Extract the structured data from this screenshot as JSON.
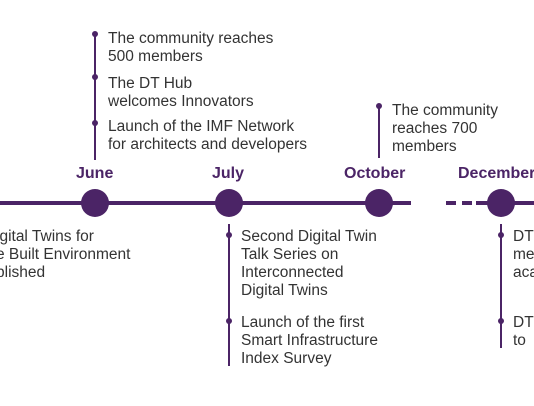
{
  "months": {
    "june": "June",
    "july": "July",
    "october": "October",
    "december": "December"
  },
  "events": {
    "june_top_1": "The community reaches\n500 members",
    "june_top_2": "The DT Hub\nwelcomes Innovators",
    "june_top_3": "Launch of the IMF Network\nfor architects and developers",
    "june_bottom_1": "igital Twins for\ne Built Environment\nblished",
    "july_bottom_1": "Second Digital Twin\nTalk Series on\nInterconnected\nDigital Twins",
    "july_bottom_2": "Launch of the first\nSmart Infrastructure\nIndex Survey",
    "october_top_1": "The community\nreaches 700\nmembers",
    "december_bottom_1": "DT\nme\naca",
    "december_bottom_2": "DT\nto"
  },
  "colors": {
    "accent": "#4b2466",
    "text": "#333333"
  }
}
